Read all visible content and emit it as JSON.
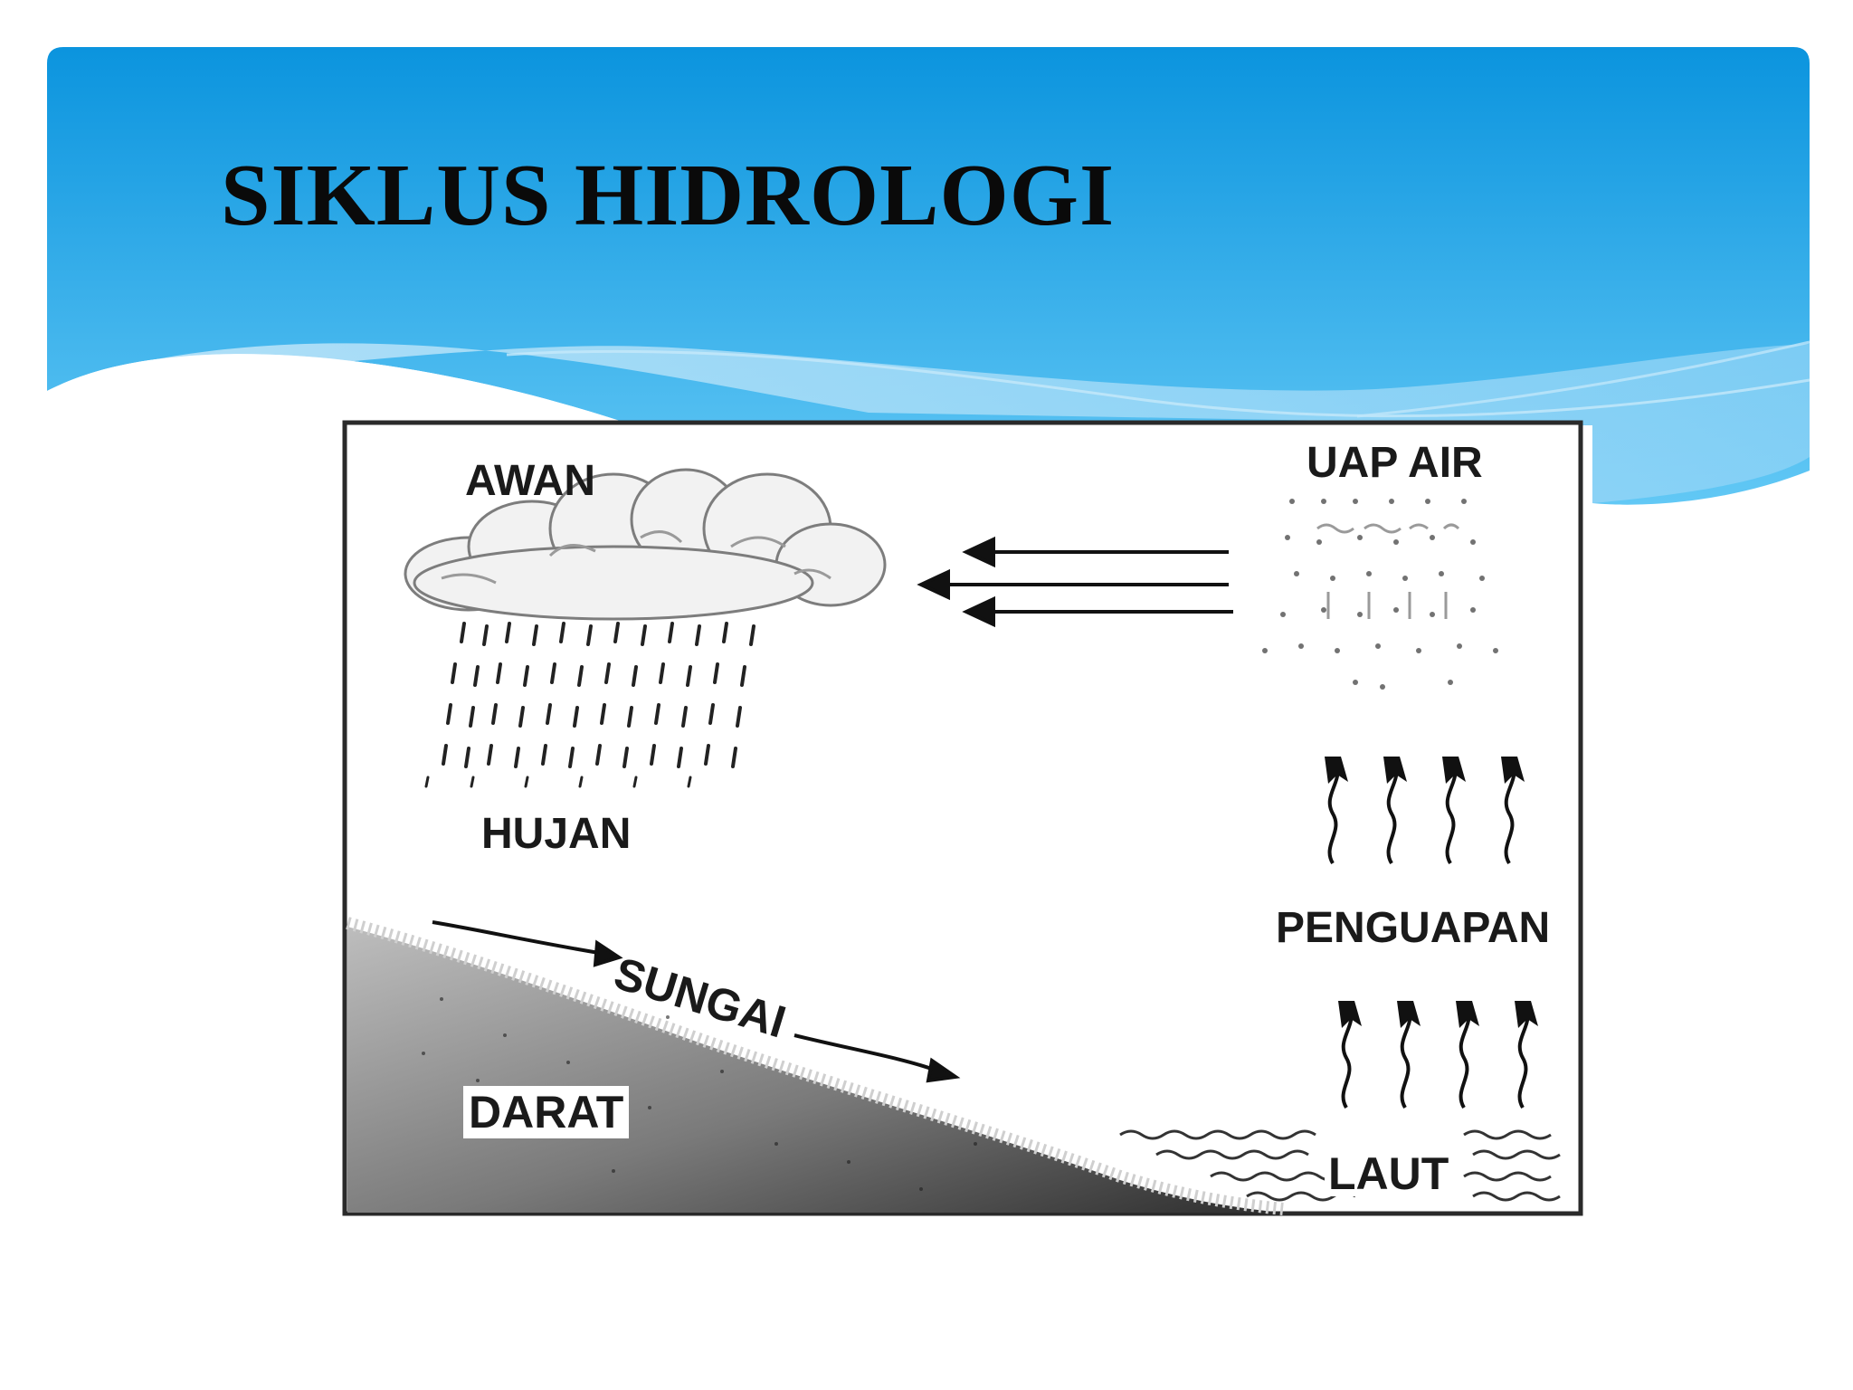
{
  "slide": {
    "title": "SIKLUS HIDROLOGI"
  },
  "diagram": {
    "labels": {
      "cloud": "AWAN",
      "vapor": "UAP AIR",
      "rain": "HUJAN",
      "evaporation": "PENGUAPAN",
      "river": "SUNGAI",
      "land": "DARAT",
      "sea": "LAUT"
    }
  },
  "colors": {
    "header_top": "#0b94de",
    "header_bottom": "#5cc6f4",
    "wave_light": "#a9ddf7",
    "title_text": "#0a0a0a",
    "diagram_border": "#2a2a2a",
    "land_dark": "#3c3c3c"
  }
}
